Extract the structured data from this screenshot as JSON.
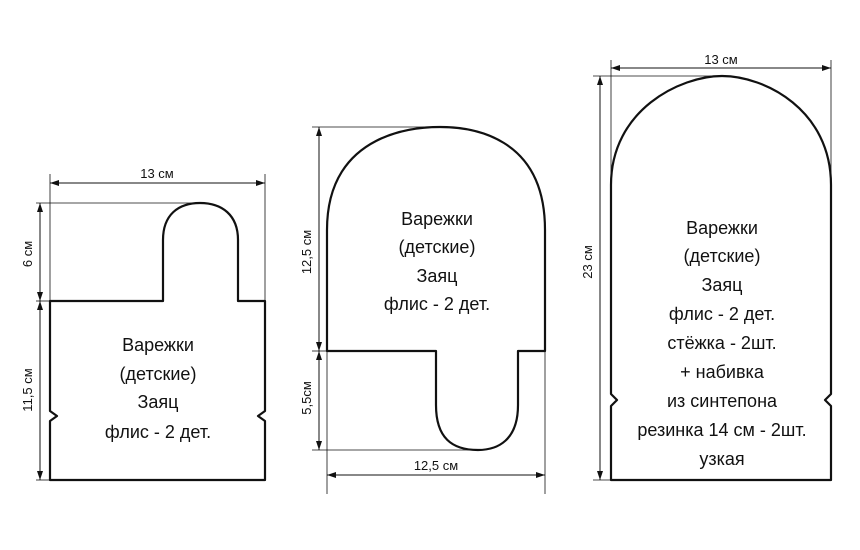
{
  "patterns": [
    {
      "dims": {
        "width": "13 см",
        "thumb_height": "6 см",
        "body_height": "11,5 см"
      },
      "label_lines": [
        "Варежки",
        "(детские)",
        "Заяц",
        "флис - 2 дет."
      ]
    },
    {
      "dims": {
        "height_top": "12,5 см",
        "height_thumb": "5,5см",
        "width": "12,5 см"
      },
      "label_lines": [
        "Варежки",
        "(детские)",
        "Заяц",
        "флис - 2 дет."
      ]
    },
    {
      "dims": {
        "width": "13 см",
        "height": "23 см"
      },
      "label_lines": [
        "Варежки",
        "(детские)",
        "Заяц",
        "флис - 2 дет.",
        "стёжка - 2шт.",
        "+ набивка",
        "из синтепона",
        "резинка 14 см - 2шт.",
        "узкая"
      ]
    }
  ]
}
